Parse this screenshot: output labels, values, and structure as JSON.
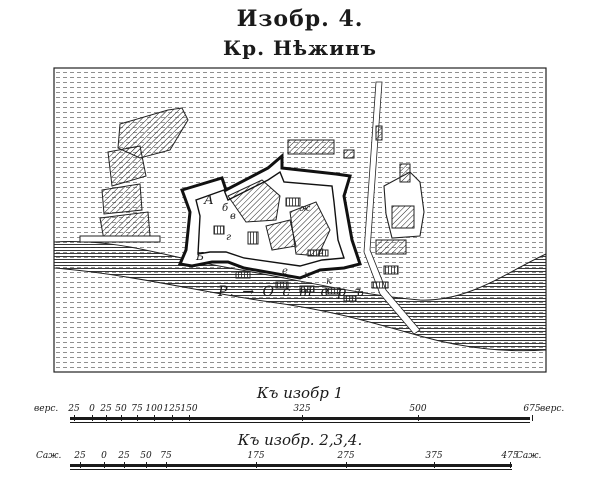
{
  "header": {
    "title": "Изобр. 4.",
    "subtitle": "Кр. Нѣжинъ"
  },
  "map_labels": {
    "bastion_a": "А",
    "bastion_b": "Б",
    "letter_b": "б",
    "letter_v": "в",
    "letter_g": "г",
    "letter_a_small": "а",
    "letter_e": "е",
    "letter_k": "к",
    "letter_k2": "к",
    "letter_zh": "ж",
    "river": "Р. → О с т е р ъ"
  },
  "scale1": {
    "label": "Къ изобр 1",
    "unit_left": "верс.",
    "unit_right": "верс.",
    "ticks": [
      "25",
      "0",
      "25",
      "50",
      "75",
      "100",
      "125",
      "150",
      "325",
      "500",
      "675"
    ]
  },
  "scale2": {
    "label": "Къ изобр. 2,3,4.",
    "unit_left": "Саж.",
    "unit_right": "Саж.",
    "ticks": [
      "25",
      "0",
      "25",
      "50",
      "75",
      "175",
      "275",
      "375",
      "475"
    ]
  }
}
